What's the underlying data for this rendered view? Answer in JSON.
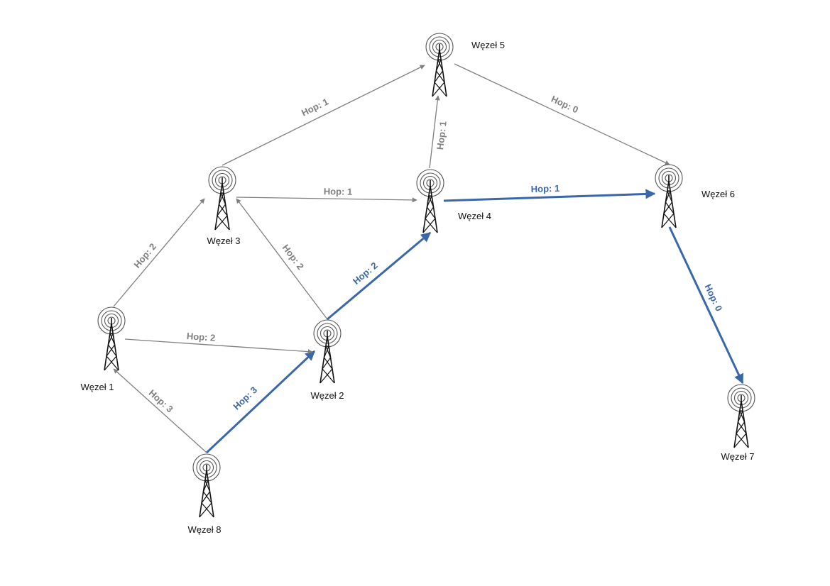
{
  "colors": {
    "normal_edge": "#7f7f7f",
    "route_edge": "#3a67a8",
    "tower": "#111111",
    "rings": "#555555"
  },
  "nodes": [
    {
      "id": "n1",
      "label": "Węzeł 1",
      "icon": "radio-tower-icon"
    },
    {
      "id": "n2",
      "label": "Węzeł 2",
      "icon": "radio-tower-icon"
    },
    {
      "id": "n3",
      "label": "Węzeł 3",
      "icon": "radio-tower-icon"
    },
    {
      "id": "n4",
      "label": "Węzeł 4",
      "icon": "radio-tower-icon"
    },
    {
      "id": "n5",
      "label": "Węzeł 5",
      "icon": "radio-tower-icon"
    },
    {
      "id": "n6",
      "label": "Węzeł 6",
      "icon": "radio-tower-icon"
    },
    {
      "id": "n7",
      "label": "Węzeł 7",
      "icon": "radio-tower-icon"
    },
    {
      "id": "n8",
      "label": "Węzeł 8",
      "icon": "radio-tower-icon"
    }
  ],
  "edges": [
    {
      "from": "n8",
      "to": "n1",
      "label": "Hop: 3",
      "route": false
    },
    {
      "from": "n8",
      "to": "n2",
      "label": "Hop: 3",
      "route": true
    },
    {
      "from": "n1",
      "to": "n3",
      "label": "Hop: 2",
      "route": false
    },
    {
      "from": "n1",
      "to": "n2",
      "label": "Hop: 2",
      "route": false
    },
    {
      "from": "n2",
      "to": "n3",
      "label": "Hop: 2",
      "route": false
    },
    {
      "from": "n2",
      "to": "n4",
      "label": "Hop: 2",
      "route": true
    },
    {
      "from": "n3",
      "to": "n4",
      "label": "Hop: 1",
      "route": false
    },
    {
      "from": "n3",
      "to": "n5",
      "label": "Hop: 1",
      "route": false
    },
    {
      "from": "n4",
      "to": "n5",
      "label": "Hop: 1",
      "route": false
    },
    {
      "from": "n4",
      "to": "n6",
      "label": "Hop: 1",
      "route": true
    },
    {
      "from": "n5",
      "to": "n6",
      "label": "Hop: 0",
      "route": false
    },
    {
      "from": "n6",
      "to": "n7",
      "label": "Hop: 0",
      "route": true
    }
  ]
}
